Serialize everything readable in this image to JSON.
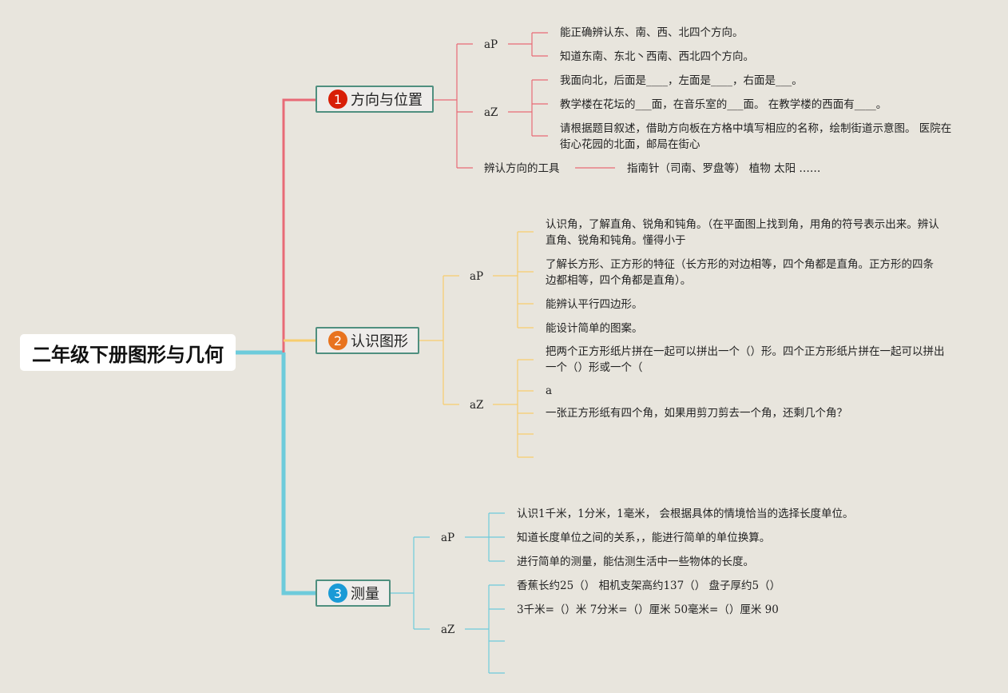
{
  "root": {
    "title": "二年级下册图形与几何"
  },
  "branches": [
    {
      "num": "1",
      "title": "方向与位置",
      "color": "#e86a76",
      "badge_color": "#d81e06",
      "groups": [
        {
          "label": "aP",
          "items": [
            "能正确辨认东、南、西、北四个方向。",
            "知道东南、东北丶西南、西北四个方向。"
          ]
        },
        {
          "label": "aZ",
          "items": [
            "我面向北，后面是____，左面是____，右面是___。",
            "教学楼在花坛的___面，在音乐室的___面。 在教学楼的西面有____。",
            "请根据题目叙述，借助方向板在方格中填写相应的名称，绘制街道示意图。 医院在街心花园的北面，邮局在街心"
          ]
        },
        {
          "label": "辨认方向的工具",
          "value": "指南针（司南、罗盘等） 植物 太阳 ……"
        }
      ]
    },
    {
      "num": "2",
      "title": "认识图形",
      "color": "#f7cd6e",
      "badge_color": "#e8731e",
      "groups": [
        {
          "label": "aP",
          "items": [
            "认识角，了解直角、锐角和钝角。（在平面图上找到角，用角的符号表示出来。辨认直角、锐角和钝角。懂得小于",
            "了解长方形、正方形的特征（长方形的对边相等，四个角都是直角。正方形的四条边都相等，四个角都是直角）。",
            "能辨认平行四边形。",
            "能设计简单的图案。"
          ]
        },
        {
          "label": "aZ",
          "items": [
            "把两个正方形纸片拼在一起可以拼出一个（）形。四个正方形纸片拼在一起可以拼出一个（）形或一个（",
            "a",
            "一张正方形纸有四个角，如果用剪刀剪去一个角，还剩几个角？",
            "",
            ""
          ]
        }
      ]
    },
    {
      "num": "3",
      "title": "测量",
      "color": "#6dcbdb",
      "badge_color": "#1a9ad6",
      "groups": [
        {
          "label": "aP",
          "items": [
            "认识1千米，1分米，1毫米， 会根据具体的情境恰当的选择长度单位。",
            "知道长度单位之间的关系，，能进行简单的单位换算。",
            "进行简单的测量，能估测生活中一些物体的长度。"
          ]
        },
        {
          "label": "aZ",
          "items": [
            "香蕉长约25（） 相机支架高约137（） 盘子厚约5（）",
            "3千米=（）米 7分米=（）厘米 50毫米=（）厘米 90",
            "",
            ""
          ]
        }
      ]
    }
  ]
}
